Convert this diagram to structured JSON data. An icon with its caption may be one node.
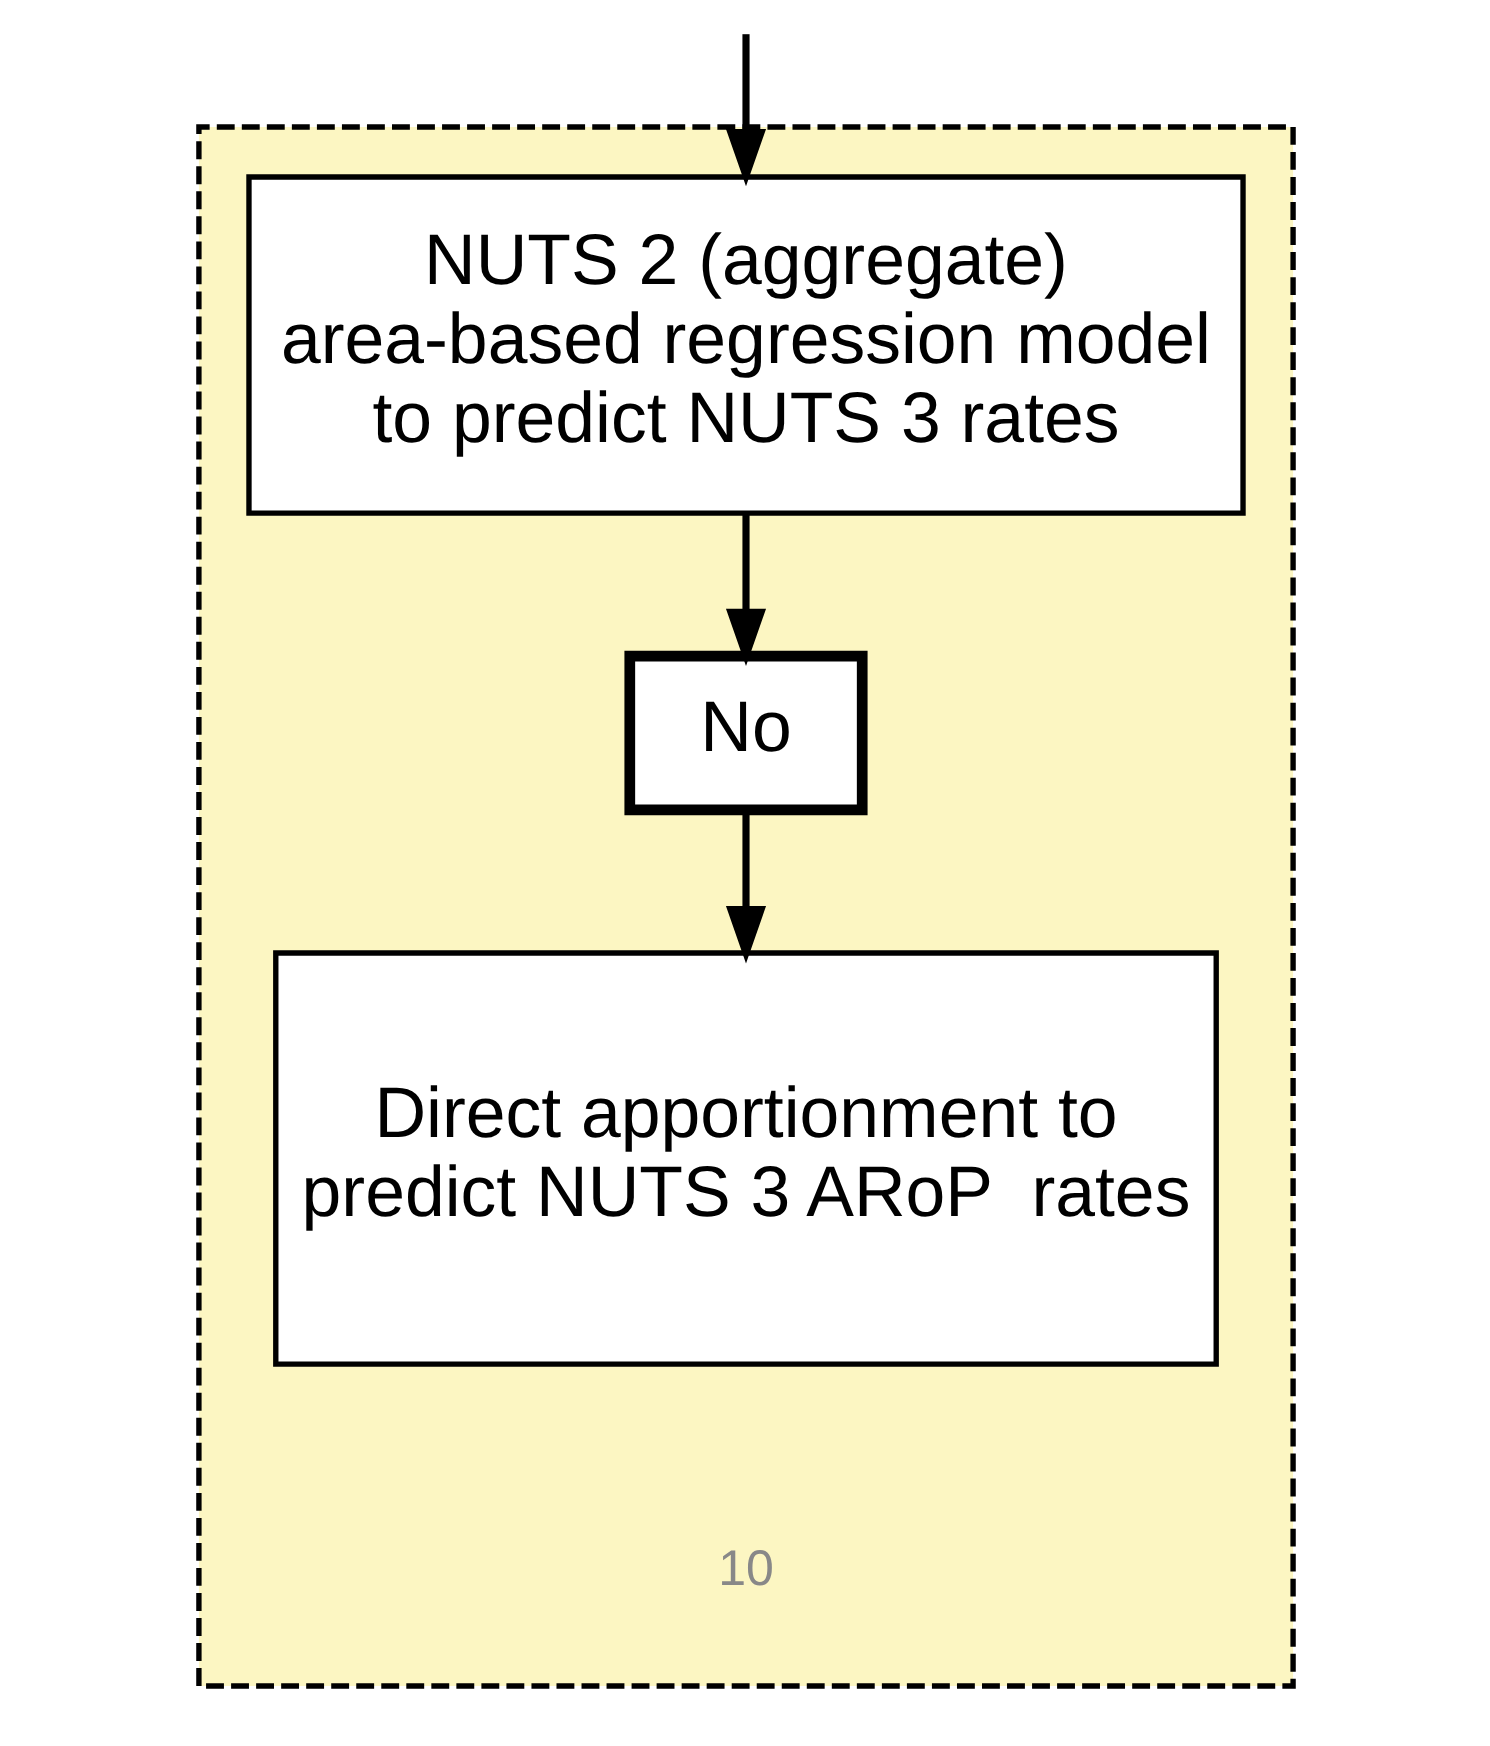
{
  "diagram": {
    "nodes": [
      {
        "text": [],
        "shape": "box"
      },
      {
        "text": [
          "NUTS 2 (aggregate) area-based regression model to predict NUTS 3 rates"
        ],
        "in": 0
      },
      {
        "text": [
          "No"
        ],
        "in": 0
      },
      {
        "text": [
          "Direct apportionment to predict NUTS 3 ARoP  rates"
        ],
        "in": 0
      }
    ],
    "edges": [
      {
        "from": null,
        "to": 1,
        "arrow": "to"
      },
      {
        "from": 1,
        "to": 2,
        "arrow": "to"
      },
      {
        "from": 2,
        "to": 3,
        "arrow": "to"
      }
    ],
    "labels": [
      "10"
    ]
  }
}
